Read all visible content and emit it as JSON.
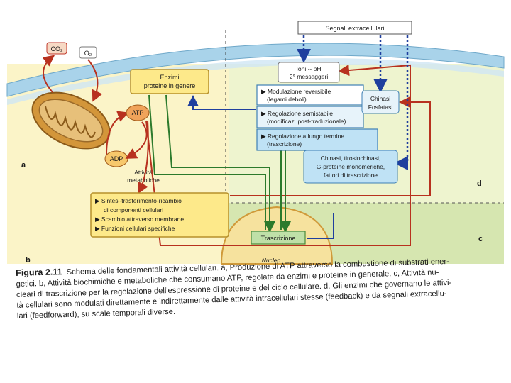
{
  "panels": {
    "a": "a",
    "b": "b",
    "c": "c",
    "d": "d"
  },
  "extracellular_signals": "Segnali extracellulari",
  "co2": "CO₂",
  "o2": "O₂",
  "atp": "ATP",
  "adp": "ADP",
  "metabolic_activity": [
    "Attività",
    "metaboliche"
  ],
  "enzymes_box": [
    "Enzimi",
    "proteine in genere"
  ],
  "ions_box": [
    "Ioni -- pH",
    "2° messaggeri"
  ],
  "regulation_items": [
    [
      "▶ Modulazione reversibile",
      "(legami deboli)"
    ],
    [
      "▶ Regolazione semistabile",
      "(modificaz. post-traduzionale)"
    ],
    [
      "▶ Regolazione a lungo termine",
      "(trascrizione)"
    ]
  ],
  "kinase_box": [
    "Chinasi",
    "Fosfatasi"
  ],
  "kinase_box2": [
    "Chinasi, tirosinchinasi,",
    "G-proteine monomeriche,",
    "fattori di trascrizione"
  ],
  "cell_functions": [
    "▶ Sintesi-trasferimento-ricambio",
    "di componenti cellulari",
    "▶ Scambio attraverso membrane",
    "▶ Funzioni cellulari specifiche"
  ],
  "transcription": "Trascrizione",
  "nucleus": "Nucleo",
  "caption": {
    "number": "Figura 2.11",
    "lines": [
      "Schema delle fondamentali attività cellulari. a, Produzione di ATP attraverso la combustione di substrati ener-",
      "getici. b, Attività biochimiche e metaboliche che consumano ATP, regolate da enzimi e proteine in generale. c, Attività nu-",
      "cleari di trascrizione per la regolazione dell'espressione di proteine e del ciclo cellulare. d, Gli enzimi che governano le attivi-",
      "tà cellulari sono modulati direttamente e indirettamente dalle attività intracellulari stesse (feedback) e da segnali extracellu-",
      "lari (feedforward), su scale temporali diverse."
    ]
  },
  "colors": {
    "membrane": "#a9d3ea",
    "cytoplasm": "#fbf4c8",
    "panel_d_bg": "#eef4cf",
    "panel_c_bg": "#d6e6b0",
    "red_arrow": "#b8311f",
    "green_arrow": "#2c7a2c",
    "blue_arrow": "#1f3f9e",
    "box_yellow": "#fde98a",
    "box_blue": "#bfe2f5",
    "box_green": "#bfe0a8"
  }
}
